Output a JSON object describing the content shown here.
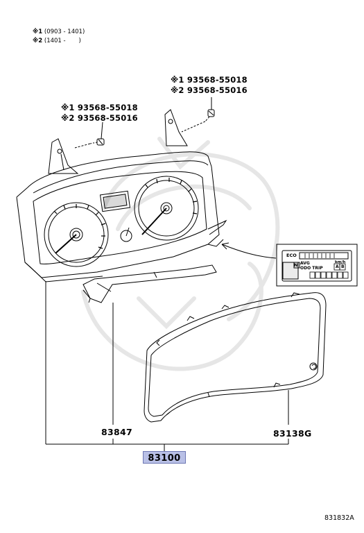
{
  "notes": [
    {
      "mark": "※1",
      "text": "(0903 - 1401)"
    },
    {
      "mark": "※2",
      "text": "(1401 -       )"
    }
  ],
  "screw_right": {
    "line1": {
      "mark": "※1",
      "part": "93568-55018"
    },
    "line2": {
      "mark": "※2",
      "part": "93568-55016"
    }
  },
  "screw_left": {
    "line1": {
      "mark": "※1",
      "part": "93568-55018"
    },
    "line2": {
      "mark": "※2",
      "part": "93568-55016"
    }
  },
  "parts": {
    "plate": "83847",
    "lens": "83138G",
    "assembly": "83100"
  },
  "display_inset": {
    "eco": "ECO",
    "n": "N",
    "avg": "AVG",
    "odo_trip": "ODO TRIP",
    "kmh": "km/h",
    "a": "A",
    "b": "B"
  },
  "figure_id": "831832A"
}
